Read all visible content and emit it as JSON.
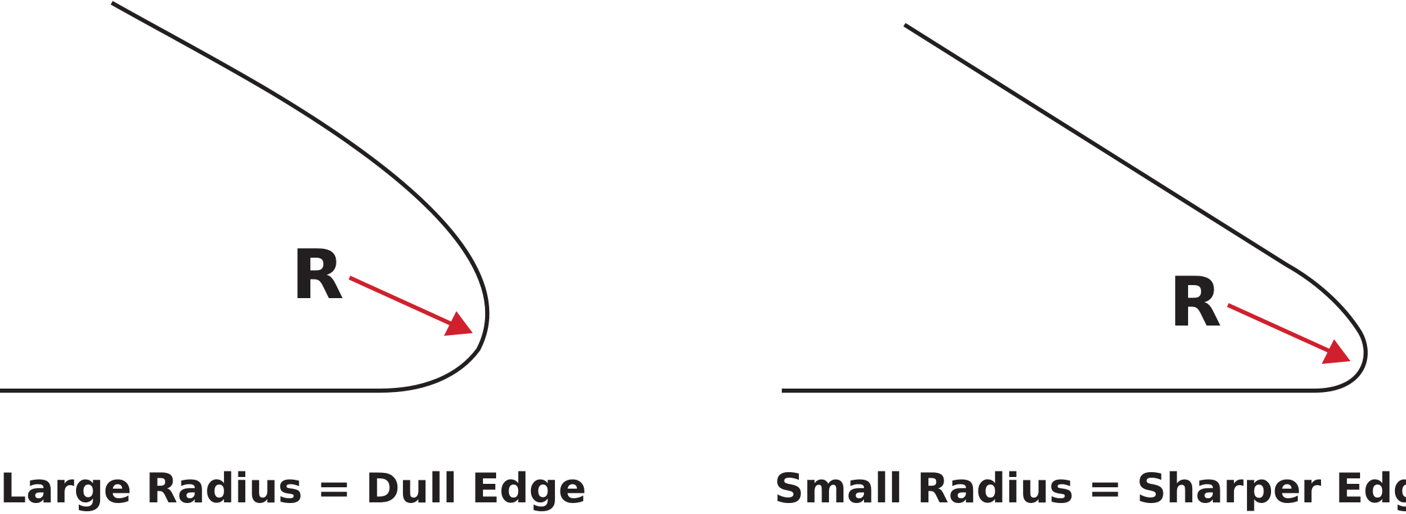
{
  "panels": [
    {
      "radius_label": "R",
      "caption": "Large Radius = Dull Edge"
    },
    {
      "radius_label": "R",
      "caption": "Small Radius = Sharper Edge"
    }
  ],
  "colors": {
    "outline": "#231f20",
    "arrow": "#d0202e",
    "background": "#ffffff"
  }
}
